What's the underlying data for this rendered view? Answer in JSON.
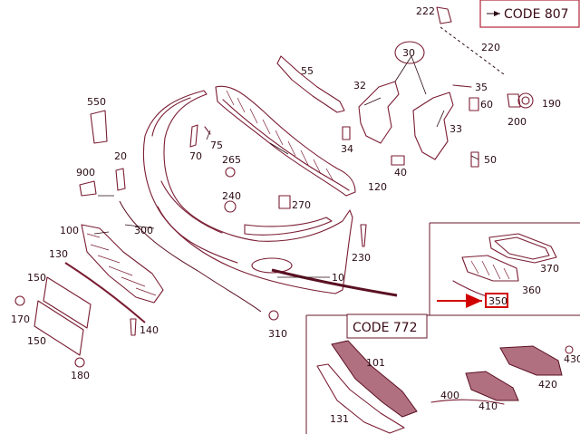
{
  "colors": {
    "line": "#7a1d33",
    "text": "#2a0a12",
    "highlight": "#d10000",
    "accent_box": "#b0253a"
  },
  "code_labels": {
    "top_right": "CODE 807",
    "bottom_inset": "CODE 772"
  },
  "highlighted_part": "350",
  "part_numbers": {
    "p10": "10",
    "p20": "20",
    "p30": "30",
    "p32": "32",
    "p33": "33",
    "p34": "34",
    "p35": "35",
    "p40": "40",
    "p50": "50",
    "p55": "55",
    "p60": "60",
    "p70": "70",
    "p75": "75",
    "p100": "100",
    "p101": "101",
    "p120": "120",
    "p130": "130",
    "p131": "131",
    "p140": "140",
    "p150a": "150",
    "p150b": "150",
    "p170": "170",
    "p180": "180",
    "p190": "190",
    "p200": "200",
    "p220": "220",
    "p222": "222",
    "p230": "230",
    "p240": "240",
    "p265": "265",
    "p270": "270",
    "p300": "300",
    "p310": "310",
    "p360": "360",
    "p370": "370",
    "p400": "400",
    "p410": "410",
    "p420": "420",
    "p430": "430",
    "p550": "550",
    "p900": "900"
  }
}
